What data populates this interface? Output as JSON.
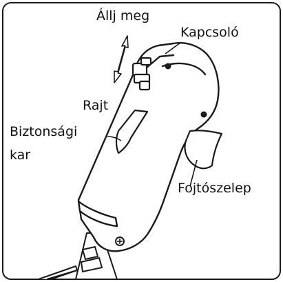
{
  "labels": {
    "stop": "Állj meg",
    "switch": "Kapcsoló",
    "start": "Rajt",
    "safety_lever_line1": "Biztonsági",
    "safety_lever_line2": "kar",
    "throttle": "Fojtószelep"
  },
  "colors": {
    "stroke": "#1a1a1a",
    "fill": "#ffffff",
    "text": "#111111"
  }
}
